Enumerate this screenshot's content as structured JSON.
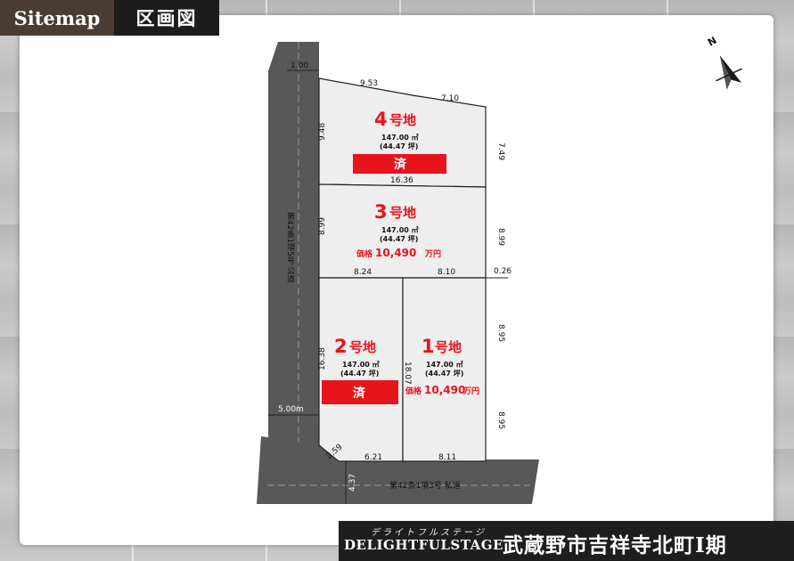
{
  "header": {
    "title_en": "Sitemap",
    "title_jp": "区画図"
  },
  "footer": {
    "brand_kana": "デライトフルステージ",
    "brand_en": "DELIGHTFULSTAGE",
    "project": "武蔵野市吉祥寺北町Ⅰ期"
  },
  "compass": {
    "label": "N"
  },
  "roads": {
    "west": "第42条1項5号 公道",
    "south": "第42条1項3号 私道"
  },
  "lots": [
    {
      "id": "4",
      "suffix": "号地",
      "area_m2": "147.00 ㎡",
      "area_tsubo": "(44.47 坪)",
      "status": "済"
    },
    {
      "id": "3",
      "suffix": "号地",
      "area_m2": "147.00 ㎡",
      "area_tsubo": "(44.47 坪)",
      "price_prefix": "価格",
      "price_value": "10,490",
      "price_unit": "万円"
    },
    {
      "id": "2",
      "suffix": "号地",
      "area_m2": "147.00 ㎡",
      "area_tsubo": "(44.47 坪)",
      "status": "済"
    },
    {
      "id": "1",
      "suffix": "号地",
      "area_m2": "147.00 ㎡",
      "area_tsubo": "(44.47 坪)",
      "price_prefix": "価格",
      "price_value": "10,490",
      "price_unit": "万円"
    }
  ],
  "dimensions": {
    "d100": "1.00",
    "d953": "9.53",
    "d710": "7.10",
    "d948": "9.48",
    "d749": "7.49",
    "d1636": "16.36",
    "d899_left": "8.99",
    "d899_right": "8.99",
    "d824": "8.24",
    "d810": "8.10",
    "d026": "0.26",
    "d895_top": "8.95",
    "d1638": "16.38",
    "d1807": "18.07",
    "d895_bottom": "8.95",
    "d500": "5.00m",
    "d259": "2.59",
    "d621": "6.21",
    "d811": "8.11",
    "d437": "4.37"
  }
}
